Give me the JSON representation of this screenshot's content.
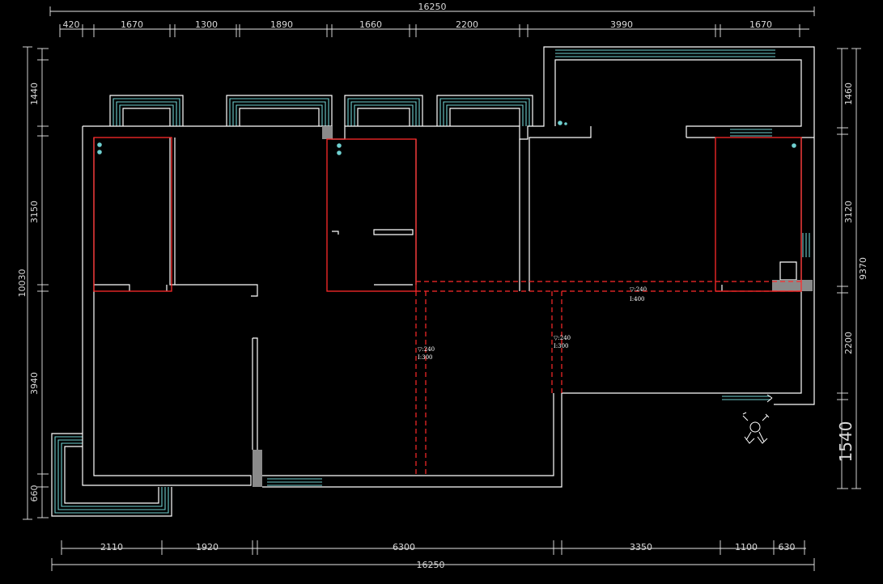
{
  "dimensions": {
    "top_overall": "16250",
    "top_segments": [
      "420",
      "1670",
      "1300",
      "1890",
      "1660",
      "2200",
      "3990",
      "1670"
    ],
    "bottom_overall": "16250",
    "bottom_segments": [
      "2110",
      "1920",
      "6300",
      "3350",
      "1100",
      "630"
    ],
    "left_overall": "10030",
    "left_segments": [
      "1440",
      "3150",
      "3940",
      "660"
    ],
    "right_overall": "9370",
    "right_segments": [
      "1460",
      "3120",
      "2200"
    ],
    "right_bottom_large": "1540"
  },
  "beams": [
    {
      "line1": "▽:240",
      "line2": "I:300"
    },
    {
      "line1": "▽:240",
      "line2": "I:300"
    },
    {
      "line1": "▽:240",
      "line2": "I:400"
    }
  ],
  "colors": {
    "background": "#000000",
    "walls": "#ffffff",
    "partition_red": "#ff2a2a",
    "window_cyan": "#6fd0d0",
    "dimension_text": "#d9d9d9"
  }
}
